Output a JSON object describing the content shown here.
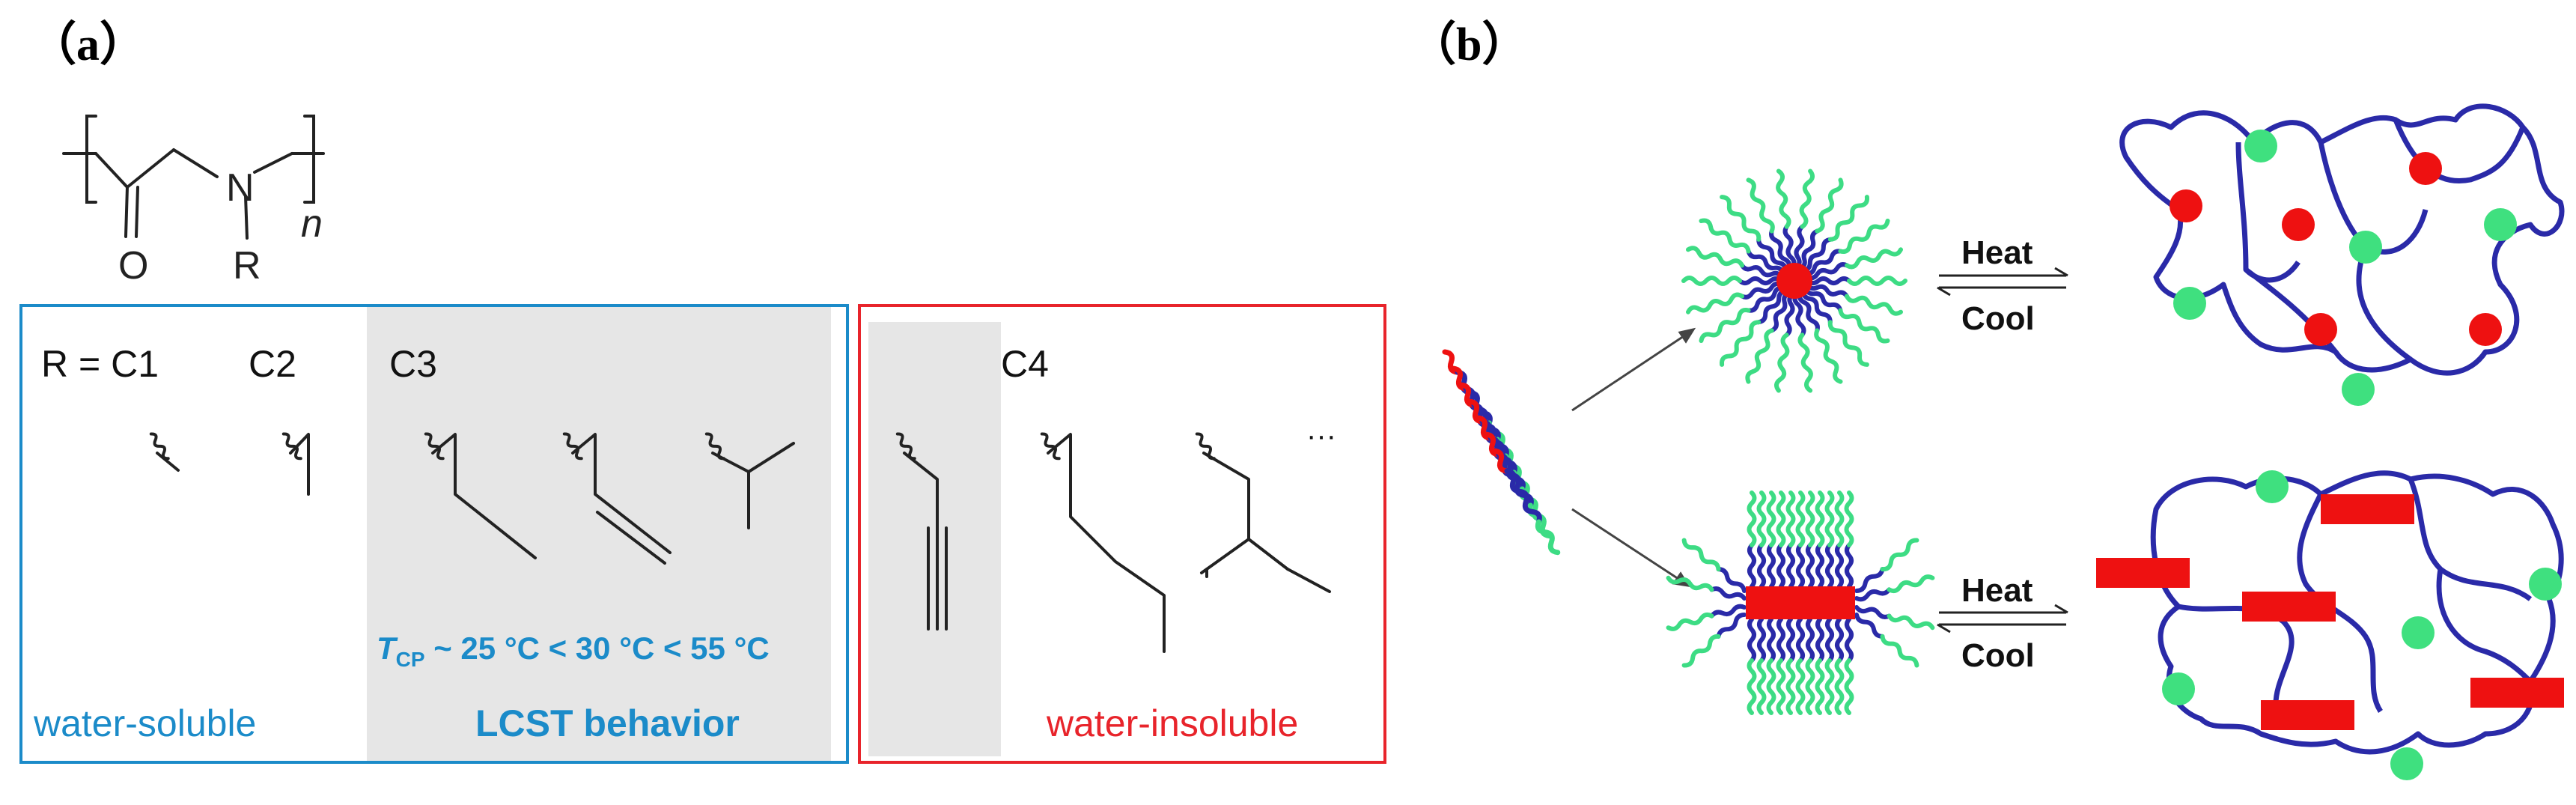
{
  "panel_a": {
    "label": "（a）",
    "monomer": {
      "carbonyl_o": "O",
      "nitrogen": "N",
      "side_group": "R",
      "repeat": "n"
    },
    "groups": {
      "c1": "R = C1",
      "c2": "C2",
      "c3": "C3",
      "c4": "C4",
      "ellipsis": "···"
    },
    "tcp": {
      "symbol": "T",
      "subscript": "CP",
      "text": " ~ 25 °C < 30 °C < 55 °C"
    },
    "labels": {
      "soluble": "water-soluble",
      "lcst": "LCST behavior",
      "insoluble": "water-insoluble"
    }
  },
  "panel_b": {
    "label": "（b）",
    "heat": "Heat",
    "cool": "Cool"
  },
  "colors": {
    "blue_box": "#1b8bc9",
    "red_box": "#e8242b",
    "gray_shade": "#e6e6e6",
    "chain_blue": "#2a2aa8",
    "arm_green": "#3ddc84",
    "core_red": "#ee1111",
    "node_green": "#3fe07f"
  }
}
